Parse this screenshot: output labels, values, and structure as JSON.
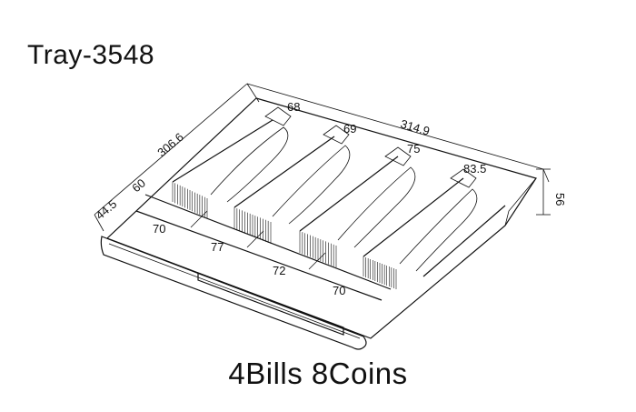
{
  "title": "Tray-3548",
  "caption": "4Bills  8Coins",
  "dimensions": {
    "width": "314.9",
    "depth": "306.6",
    "height": "56",
    "bill_widths": [
      "68",
      "69",
      "75",
      "83.5"
    ],
    "coin_widths": [
      "70",
      "77",
      "72",
      "70"
    ],
    "front_depth": "60",
    "coin_depth": "44.5"
  }
}
